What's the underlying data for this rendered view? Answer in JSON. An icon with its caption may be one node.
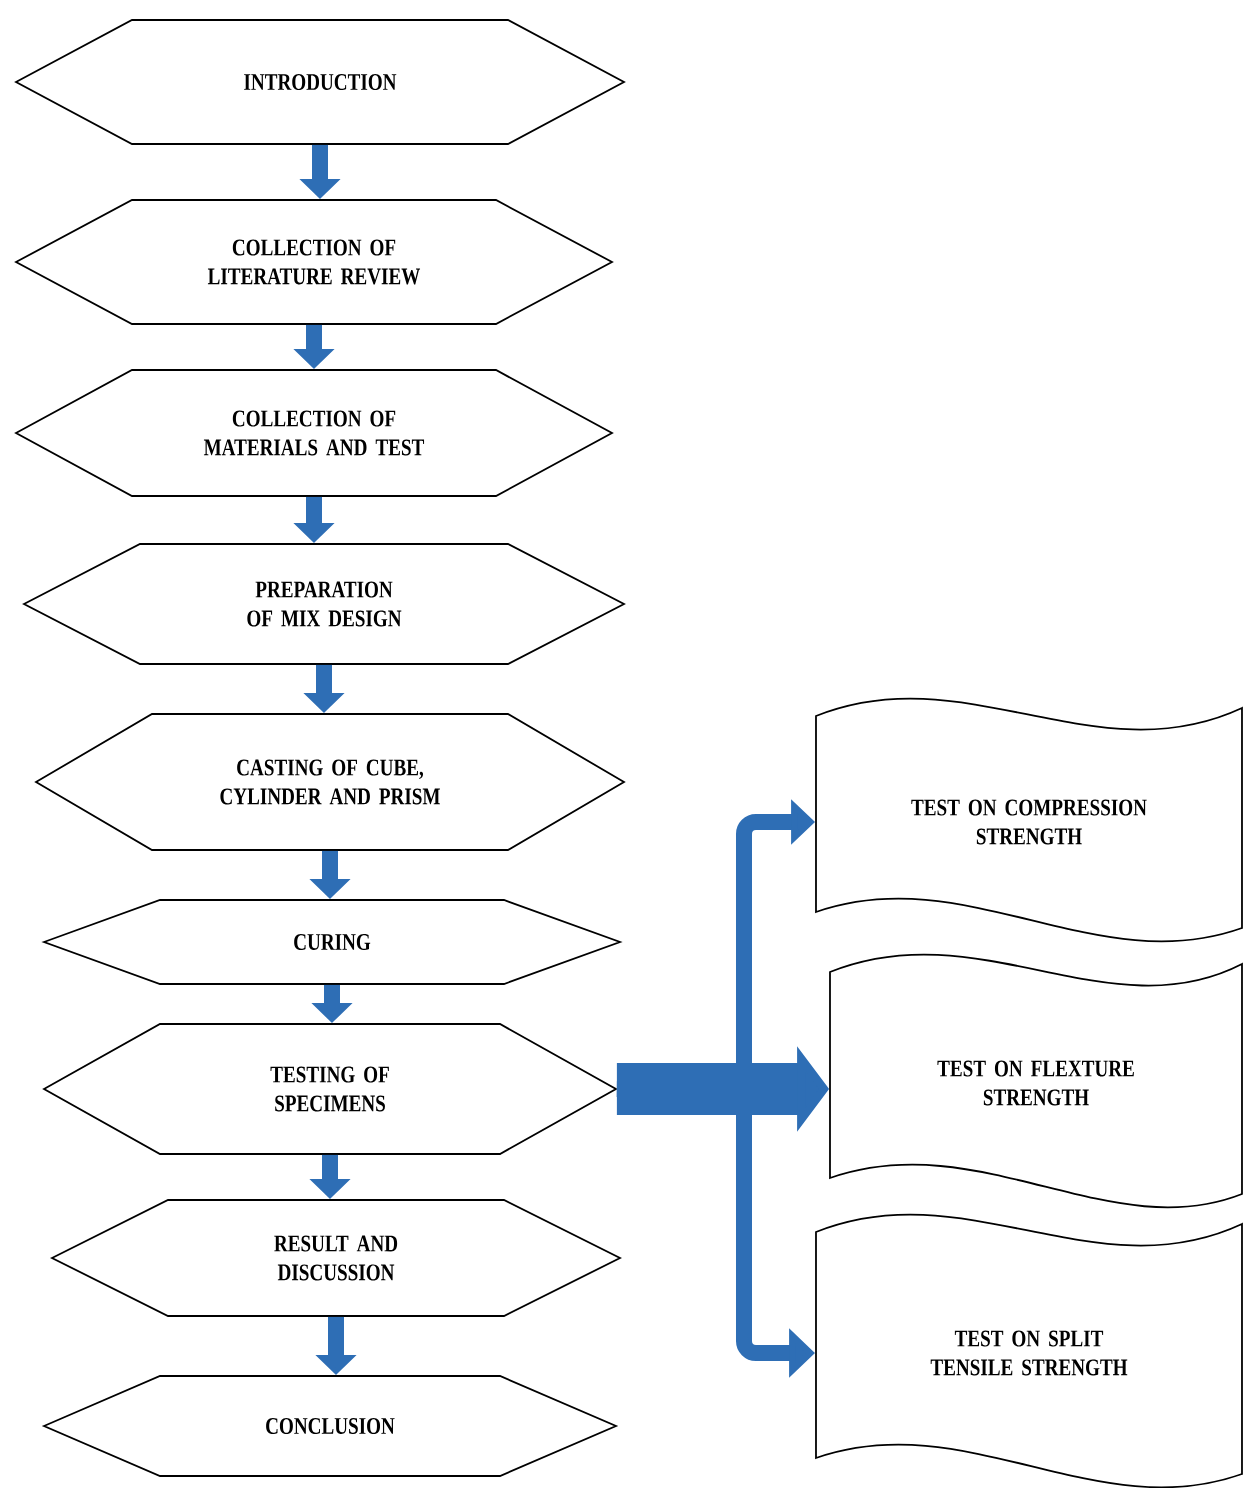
{
  "diagram": {
    "nodes": [
      {
        "text": [
          "INTRODUCTION"
        ]
      },
      {
        "text": [
          "COLLECTION OF LITERATURE REVIEW"
        ]
      },
      {
        "text": [
          "COLLECTION OF MATERIALS AND TEST"
        ]
      },
      {
        "text": [
          "PREPARATION OF MIX DESIGN"
        ]
      },
      {
        "text": [
          "CASTING OF CUBE, CYLINDER AND PRISM"
        ]
      },
      {
        "text": [
          "CURING"
        ]
      },
      {
        "text": [
          "TESTING OF SPECIMENS"
        ]
      },
      {
        "text": [
          "RESULT AND DISCUSSION"
        ]
      },
      {
        "text": [
          "CONCLUSION"
        ]
      },
      {
        "text": [
          "TEST ON COMPRESSION STRENGTH"
        ]
      },
      {
        "text": [
          "TEST ON FLEXTURE STRENGTH"
        ]
      },
      {
        "text": [
          "TEST ON SPLIT TENSILE STRENGTH"
        ]
      }
    ],
    "edges": [
      {
        "from": 0,
        "to": 1,
        "arrow": "to"
      },
      {
        "from": 1,
        "to": 2,
        "arrow": "to"
      },
      {
        "from": 2,
        "to": 3,
        "arrow": "to"
      },
      {
        "from": 3,
        "to": 4,
        "arrow": "to"
      },
      {
        "from": 4,
        "to": 5,
        "arrow": "to"
      },
      {
        "from": 5,
        "to": 6,
        "arrow": "to"
      },
      {
        "from": 6,
        "to": 7,
        "arrow": "to"
      },
      {
        "from": 7,
        "to": 8,
        "arrow": "to"
      },
      {
        "from": 6,
        "to": 9,
        "arrow": "to"
      },
      {
        "from": 6,
        "to": 10,
        "arrow": "to",
        "style": "thick"
      },
      {
        "from": 6,
        "to": 11,
        "arrow": "to"
      }
    ]
  }
}
